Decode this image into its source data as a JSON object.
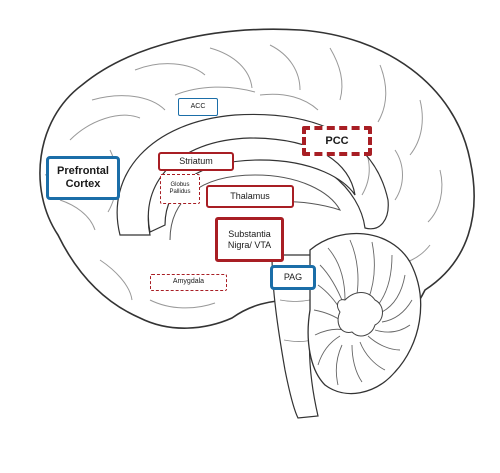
{
  "colors": {
    "blue": "#1b6ea8",
    "red": "#a81e24",
    "outline": "#333333",
    "fold": "#999999"
  },
  "labels": {
    "acc": "ACC",
    "pcc": "PCC",
    "prefrontal_cortex": "Prefrontal Cortex",
    "striatum": "Striatum",
    "globus_pallidus": "Globus Pallidus",
    "thalamus": "Thalamus",
    "substantia_nigra_vta": "Substantia Nigra/ VTA",
    "amygdala": "Amygdala",
    "pag": "PAG"
  }
}
